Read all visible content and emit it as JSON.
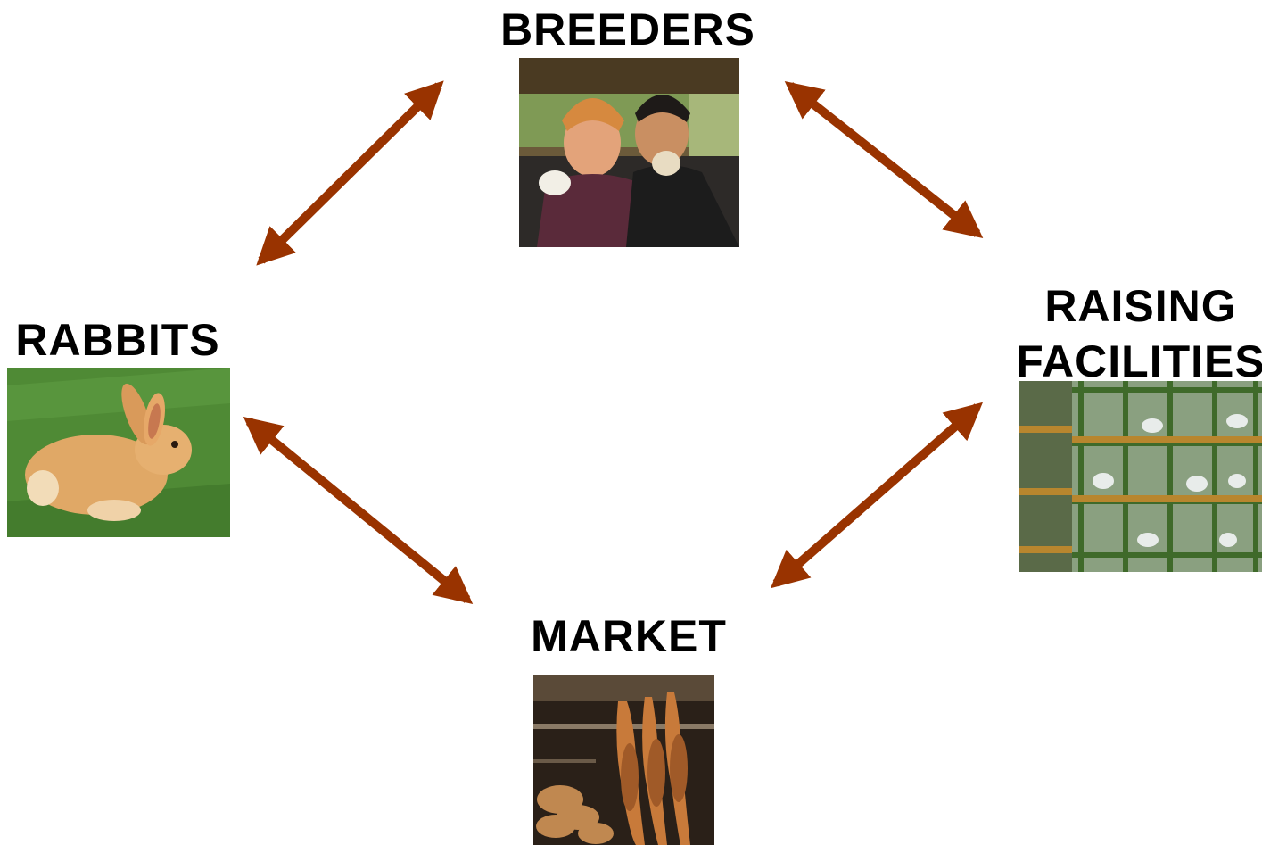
{
  "nodes": {
    "breeders": {
      "label": "BREEDERS"
    },
    "rabbits": {
      "label": "RABBITS"
    },
    "raising": {
      "label_line1": "RAISING",
      "label_line2": "FACILITIES"
    },
    "market": {
      "label": "MARKET"
    }
  },
  "colors": {
    "arrow": "#993300",
    "label": "#000000"
  },
  "connections": [
    {
      "from": "rabbits",
      "to": "breeders",
      "direction": "both"
    },
    {
      "from": "breeders",
      "to": "raising",
      "direction": "both"
    },
    {
      "from": "raising",
      "to": "market",
      "direction": "both"
    },
    {
      "from": "market",
      "to": "rabbits",
      "direction": "both"
    }
  ]
}
